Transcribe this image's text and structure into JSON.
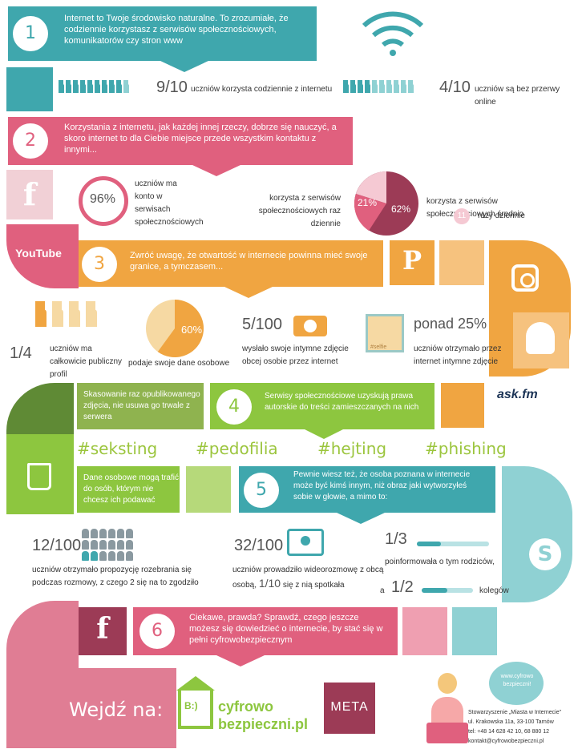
{
  "sections": {
    "s1": {
      "num": "1",
      "text": "Internet to Twoje środowisko naturalne. To zrozumiałe, że codziennie korzystasz z serwisów społecznościowych, komunikatorów czy stron www"
    },
    "s2": {
      "num": "2",
      "text": "Korzystania z internetu, jak każdej innej rzeczy, dobrze się nauczyć, a skoro internet to dla Ciebie miejsce przede wszystkim kontaktu z innymi..."
    },
    "s3": {
      "num": "3",
      "text": "Zwróć uwagę, że otwartość w internecie powinna mieć swoje granice, a tymczasem..."
    },
    "s4": {
      "num": "4",
      "text": "Serwisy społecznościowe uzyskują prawa autorskie do treści zamieszczanych na nich"
    },
    "s5": {
      "num": "5",
      "text": "Pewnie wiesz też, że osoba poznana w internecie może być kimś innym, niż obraz jaki wytworzyłeś sobie w głowie, a mimo to:"
    },
    "s6": {
      "num": "6",
      "text": "Ciekawe, prawda? Sprawdź, czego jeszcze możesz się dowiedzieć o internecie, by stać się w pełni cyfrowobezpiecznym"
    }
  },
  "stats": {
    "daily": {
      "value": "9/10",
      "text": "uczniów korzysta codziennie z internetu",
      "fill": 0.9
    },
    "online": {
      "value": "4/10",
      "text": "uczniów są bez przerwy online",
      "fill": 0.4
    },
    "account": {
      "value": "96%",
      "text": "uczniów ma konto w serwisach społecznościowych"
    },
    "daily_once": {
      "value": "21%",
      "text": "korzysta z serwisów społecznościowych raz dziennie"
    },
    "avg11": {
      "value": "62%",
      "text": "korzysta z serwisów społecznościowych średnio",
      "n": "11",
      "tail": "razy dziennie"
    },
    "public": {
      "value": "1/4",
      "text": "uczniów ma całkowicie publiczny profil",
      "fill": 0.25
    },
    "personal": {
      "value": "60%",
      "text": "podaje swoje dane osobowe",
      "fraction": 0.6
    },
    "intimate_sent": {
      "value": "5/100",
      "text": "wysłało swoje intymne zdjęcie obcej osobie przez internet"
    },
    "intimate_got": {
      "value": "ponad 25%",
      "text": "uczniów otrzymało przez internet intymne zdjęcie"
    },
    "undress": {
      "value": "12/100",
      "text": "uczniów otrzymało propozycję rozebrania się podczas rozmowy, z czego 2 się na to zgodziło"
    },
    "video": {
      "value": "32/100",
      "text": "uczniów prowadziło wideorozmowę z obcą osobą,",
      "value2": "1/10",
      "text2": "się z nią spotkała"
    },
    "parents": {
      "value": "1/3",
      "text": "poinformowała o tym rodziców,",
      "fill": 0.33
    },
    "friends": {
      "prefix": "a",
      "value": "1/2",
      "text": "kolegów",
      "fill": 0.5
    }
  },
  "notes": {
    "deleted": "Skasowanie raz opublikowanego zdjęcia, nie usuwa go trwale z serwera",
    "data": "Dane osobowe mogą trafić do osób, którym nie chcesz ich podawać"
  },
  "hashtags": [
    "#seksting",
    "#pedofilia",
    "#hejting",
    "#phishing"
  ],
  "icons": {
    "youtube": "YouTube",
    "facebook": "f",
    "pinterest": "P",
    "ask": "ask.fm",
    "image_caption": "#selfie"
  },
  "footer": {
    "cta": "Wejdź na:",
    "logo_line1": "cyfrowo",
    "logo_line2": "bezpieczni.pl",
    "logo_mark": "B:)",
    "meta": "META",
    "bubble": "www.cyfrowo bezpieczni!",
    "address1": "Stowarzyszenie „Miasta w Internecie\"",
    "address2": "ul. Krakowska 11a, 33-100 Tarnów",
    "address3": "tel: +48 14 628 42 10, 68 880 12",
    "address4": "kontakt@cyfrowobezpieczni.pl"
  },
  "colors": {
    "teal": "#3fa7ad",
    "pink": "#e0607e",
    "orange": "#f0a541",
    "green": "#8dc63f",
    "olive": "#5f8a35",
    "maroon": "#9c3b56",
    "gray": "#cfd3d4"
  }
}
